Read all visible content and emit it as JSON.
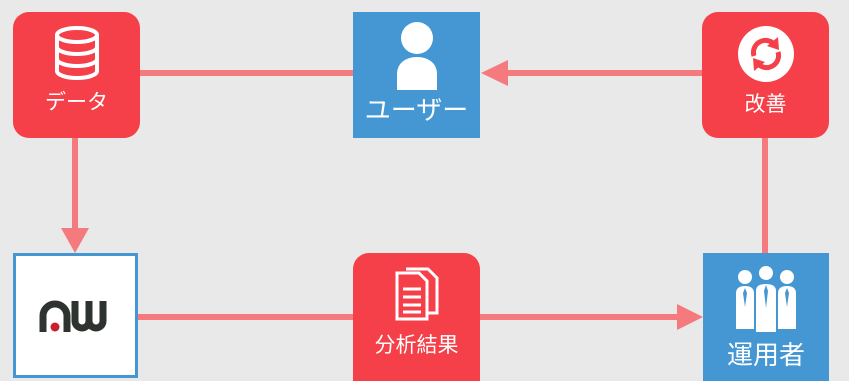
{
  "nodes": {
    "data": {
      "label": "データ",
      "icon": "database-icon"
    },
    "user": {
      "label": "ユーザー",
      "icon": "user-icon"
    },
    "improve": {
      "label": "改善",
      "icon": "refresh-icon"
    },
    "aw": {
      "label": "AW",
      "icon": "aw-logo"
    },
    "analysis": {
      "label": "分析結果",
      "icon": "documents-icon"
    },
    "operator": {
      "label": "運用者",
      "icon": "team-icon"
    }
  },
  "colors": {
    "background": "#e9e9e9",
    "red_node": "#f5404a",
    "blue_node": "#4497d3",
    "connector": "#f47a7d",
    "logo_dark": "#2f3330",
    "logo_accent": "#c8202a"
  }
}
